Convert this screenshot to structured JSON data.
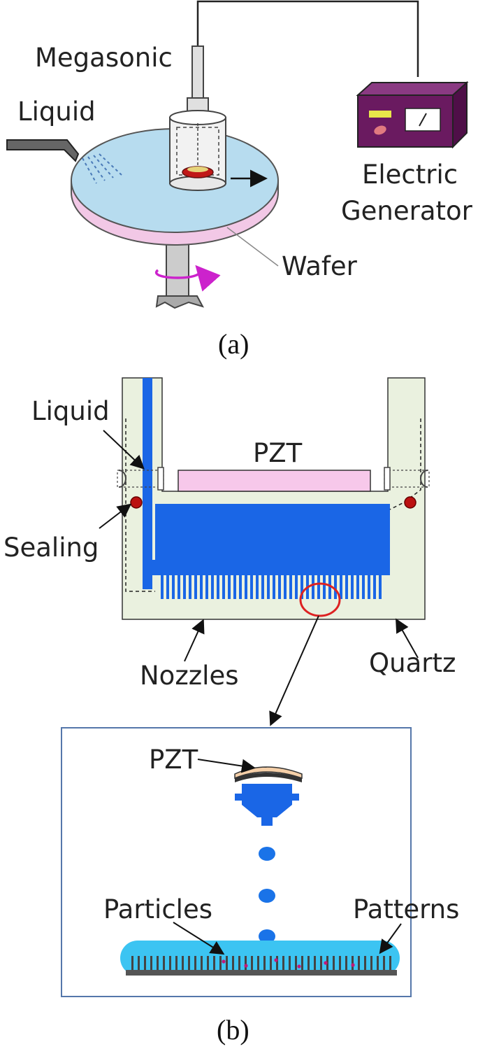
{
  "panel_a": {
    "caption": "(a)",
    "labels": {
      "megasonic": "Megasonic",
      "liquid": "Liquid",
      "electric": "Electric",
      "generator": "Generator",
      "wafer": "Wafer"
    }
  },
  "panel_b": {
    "caption": "(b)",
    "labels": {
      "liquid": "Liquid",
      "sealing": "Sealing",
      "pzt": "PZT",
      "nozzles": "Nozzles",
      "quartz": "Quartz"
    },
    "inset": {
      "pzt": "PZT",
      "particles": "Particles",
      "patterns": "Patterns"
    }
  },
  "colors": {
    "liquid_blue": "#1a66e6",
    "wafer_top": "#b7dcef",
    "wafer_edge": "#f2c8e6",
    "quartz": "#eaf1df",
    "pzt": "#f7c8ea",
    "droplet": "#1a73e8",
    "inset_liquid": "#3cc4f2",
    "generator": "#6a1a60",
    "rotation_arrow": "#cc22cc",
    "sealing_dot": "#bb1111"
  }
}
